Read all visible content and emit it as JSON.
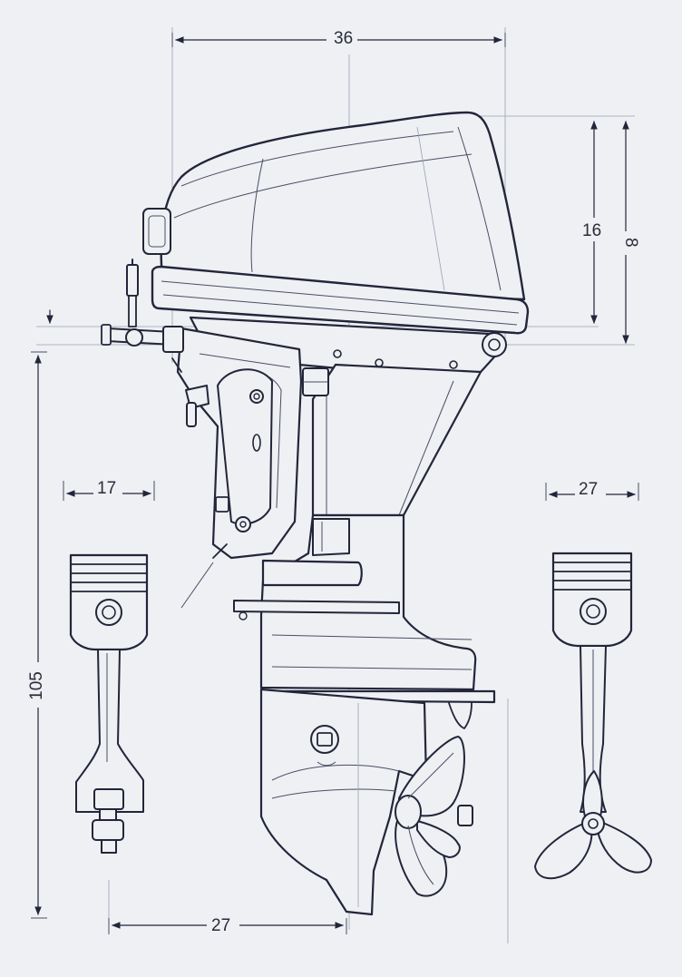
{
  "dimensions": {
    "overall_width": "36",
    "cowl_height_a": "16",
    "cowl_height_b": "8",
    "left_piston_width": "17",
    "right_piston_width": "27",
    "overall_height": "105",
    "bottom_width": "27"
  },
  "colors": {
    "paper": "#eef0f3",
    "ink": "#23263a",
    "guide": "#9aa0b4"
  }
}
